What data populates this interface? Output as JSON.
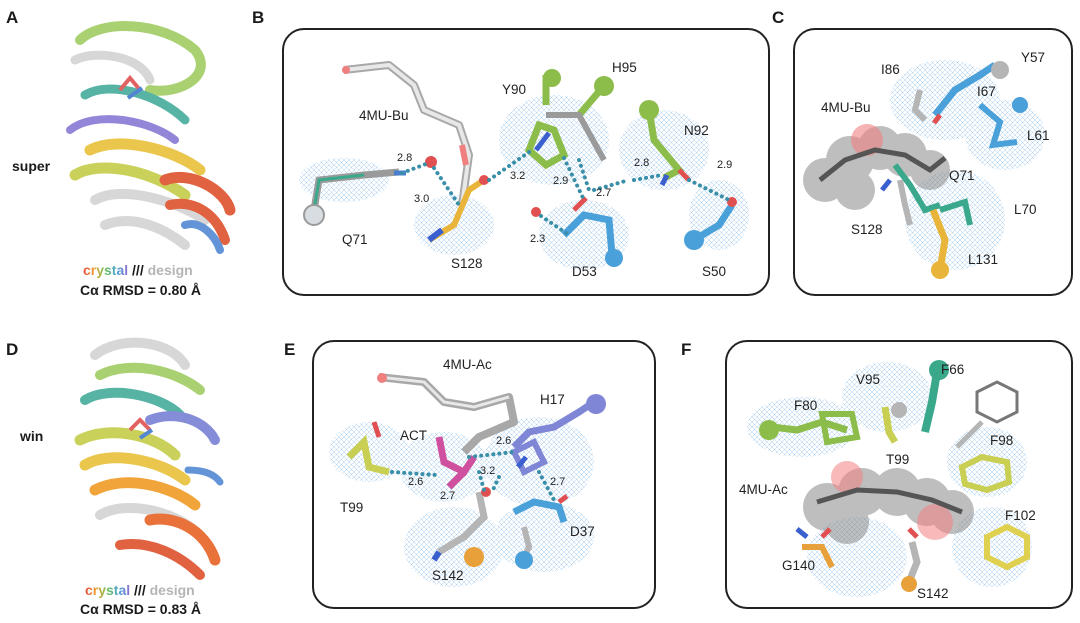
{
  "panels": {
    "A": {
      "letter": "A",
      "name": "super",
      "rmsd": "Cα RMSD = 0.80 Å"
    },
    "B": {
      "letter": "B",
      "ligand": "4MU-Bu",
      "residues": [
        "Q71",
        "S128",
        "Y90",
        "H95",
        "N92",
        "D53",
        "S50"
      ],
      "distances": [
        "2.8",
        "3.0",
        "3.2",
        "2.9",
        "2.7",
        "2.8",
        "2.9",
        "2.3"
      ]
    },
    "C": {
      "letter": "C",
      "ligand": "4MU-Bu",
      "residues": [
        "I86",
        "Y57",
        "I67",
        "L61",
        "Q71",
        "L70",
        "S128",
        "L131"
      ]
    },
    "D": {
      "letter": "D",
      "name": "win",
      "rmsd": "Cα RMSD = 0.83 Å"
    },
    "E": {
      "letter": "E",
      "ligand": "4MU-Ac",
      "act": "ACT",
      "residues": [
        "H17",
        "T99",
        "D37",
        "S142"
      ],
      "distances": [
        "2.6",
        "2.6",
        "3.2",
        "2.7",
        "2.7"
      ]
    },
    "F": {
      "letter": "F",
      "ligand": "4MU-Ac",
      "residues": [
        "V95",
        "F66",
        "F80",
        "F98",
        "T99",
        "F102",
        "G140",
        "S142"
      ]
    }
  },
  "legend": {
    "crystal": "crystal",
    "separator": "///",
    "design": "design"
  },
  "colors": {
    "crystal_gradient": [
      "#e8453c",
      "#f0a030",
      "#6bbf59",
      "#4aa3d8",
      "#8a6fd0"
    ],
    "design": "#b5b5b5",
    "hbond": "#3a8fa8",
    "mesh": "#9cc8ee"
  }
}
